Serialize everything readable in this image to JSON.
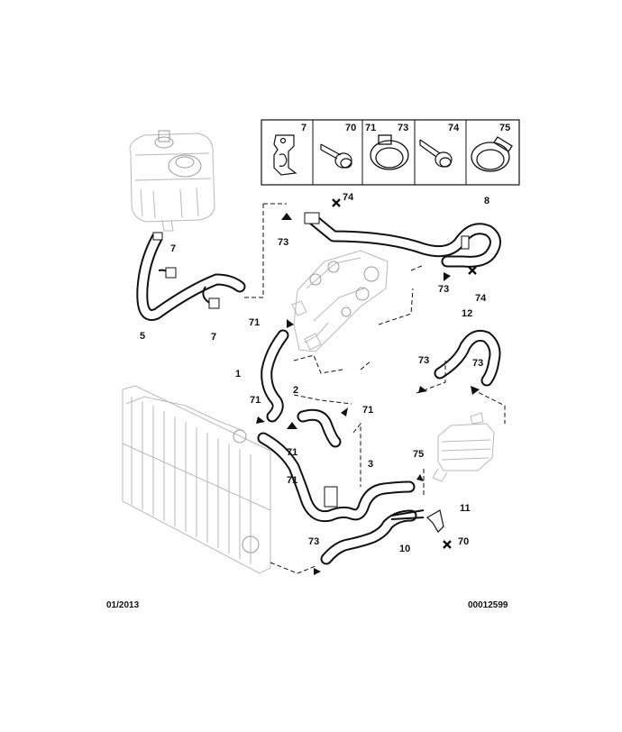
{
  "legend": {
    "cells": [
      {
        "number": "7"
      },
      {
        "number": "70"
      },
      {
        "number": "71"
      },
      {
        "number": "73"
      },
      {
        "number": "74"
      },
      {
        "number": "75"
      }
    ]
  },
  "callouts": {
    "c1": "1",
    "c2": "2",
    "c3": "3",
    "c5": "5",
    "c7a": "7",
    "c7b": "7",
    "c8": "8",
    "c10": "10",
    "c11": "11",
    "c12": "12",
    "c70": "70",
    "c71a": "71",
    "c71b": "71",
    "c71c": "71",
    "c71d": "71",
    "c71e": "71",
    "c73a": "73",
    "c73b": "73",
    "c73c": "73",
    "c73d": "73",
    "c73e": "73",
    "c74a": "74",
    "c74b": "74",
    "c75": "75"
  },
  "footer": {
    "date": "01/2013",
    "reference": "00012599"
  }
}
